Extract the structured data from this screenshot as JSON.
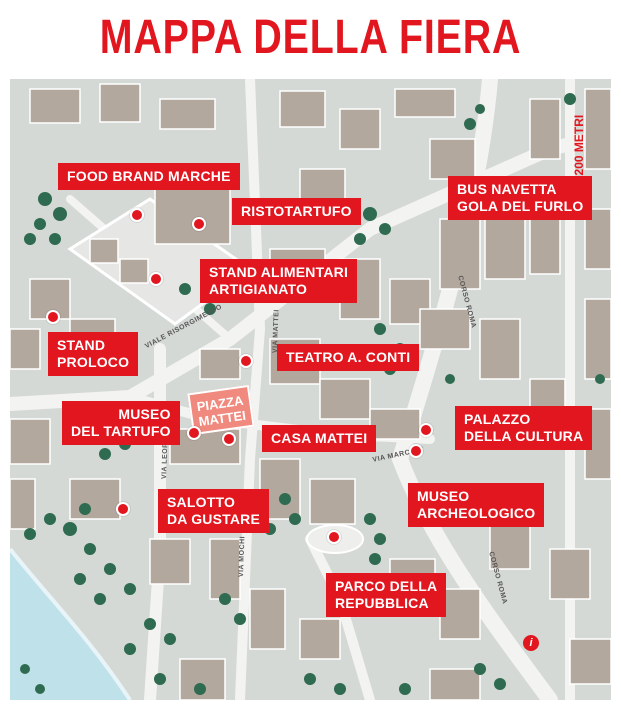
{
  "title": "MAPPA DELLA FIERA",
  "scale_label": "A 200 METRI",
  "piazza": [
    "PIAZZA",
    "MATTEI"
  ],
  "streets": {
    "viale_risorgimento": "VIALE RISORGIMENTO",
    "via_mattei": "VIA MATTEI",
    "via_leopardi": "VIA LEOPARDI",
    "via_marconi": "VIA MARCONI",
    "via_mochi": "VIA MOCHI",
    "corso_roma_1": "CORSO ROMA",
    "corso_roma_2": "CORSO ROMA"
  },
  "info_icon": "i",
  "colors": {
    "accent": "#e2161f",
    "piazza": "#f08a7e",
    "background": "#d5d9d6"
  },
  "labels": {
    "food_brand": [
      "FOOD BRAND MARCHE"
    ],
    "ristotartufo": [
      "RISTOTARTUFO"
    ],
    "stand_alimentari": [
      "STAND ALIMENTARI",
      "ARTIGIANATO"
    ],
    "stand_proloco": [
      "STAND",
      "PROLOCO"
    ],
    "teatro": [
      "TEATRO A. CONTI"
    ],
    "museo_tartufo": [
      "MUSEO",
      "DEL TARTUFO"
    ],
    "casa_mattei": [
      "CASA MATTEI"
    ],
    "salotto": [
      "SALOTTO",
      "DA GUSTARE"
    ],
    "bus_navetta": [
      "BUS NAVETTA",
      "GOLA DEL FURLO"
    ],
    "palazzo_cultura": [
      "PALAZZO",
      "DELLA CULTURA"
    ],
    "museo_archeologico": [
      "MUSEO",
      "ARCHEOLOGICO"
    ],
    "parco": [
      "PARCO DELLA",
      "REPUBBLICA"
    ]
  }
}
